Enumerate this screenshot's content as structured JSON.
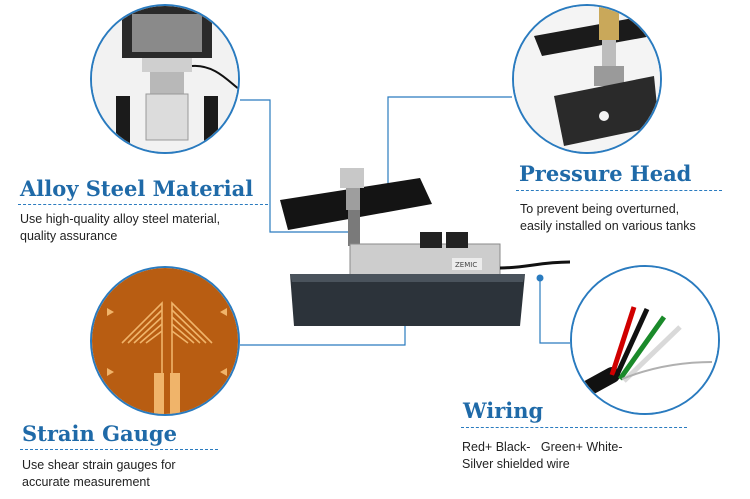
{
  "features": {
    "alloy": {
      "title": "Alloy Steel Material",
      "line1": "Use high-quality alloy steel material,",
      "line2": "quality assurance"
    },
    "pressure": {
      "title": "Pressure Head",
      "line1": "To prevent being overturned,",
      "line2": "easily installed on various tanks"
    },
    "strain": {
      "title": "Strain Gauge",
      "line1": "Use shear strain gauges for",
      "line2": "accurate measurement"
    },
    "wiring": {
      "title": "Wiring",
      "line1": "Red+ Black-   Green+ White-",
      "line2": "Silver shielded wire"
    }
  },
  "product": {
    "label_text": "ZEMIC"
  },
  "colors": {
    "accent": "#1f6aa8",
    "ring": "#2a7bbf",
    "text": "#222222"
  }
}
